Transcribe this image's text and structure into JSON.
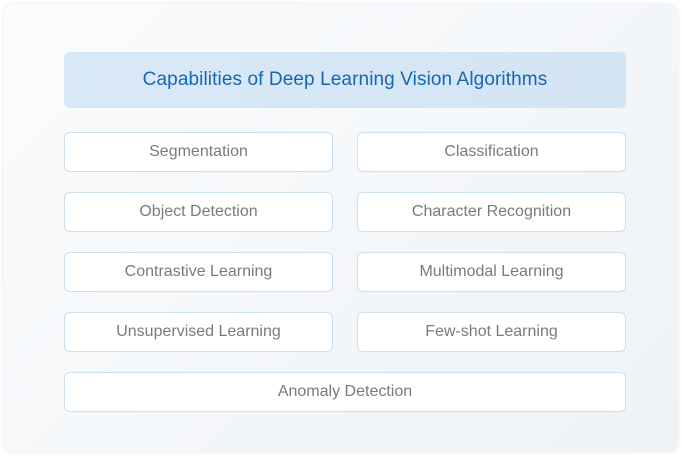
{
  "title": "Capabilities of Deep Learning Vision Algorithms",
  "capabilities": [
    "Segmentation",
    "Classification",
    "Object Detection",
    "Character Recognition",
    "Contrastive Learning",
    "Multimodal Learning",
    "Unsupervised Learning",
    "Few-shot Learning",
    "Anomaly Detection"
  ],
  "colors": {
    "title_text": "#1766b4",
    "title_background": "#d9e9f7",
    "card_border": "#cde0ee",
    "card_text": "#777b80"
  }
}
